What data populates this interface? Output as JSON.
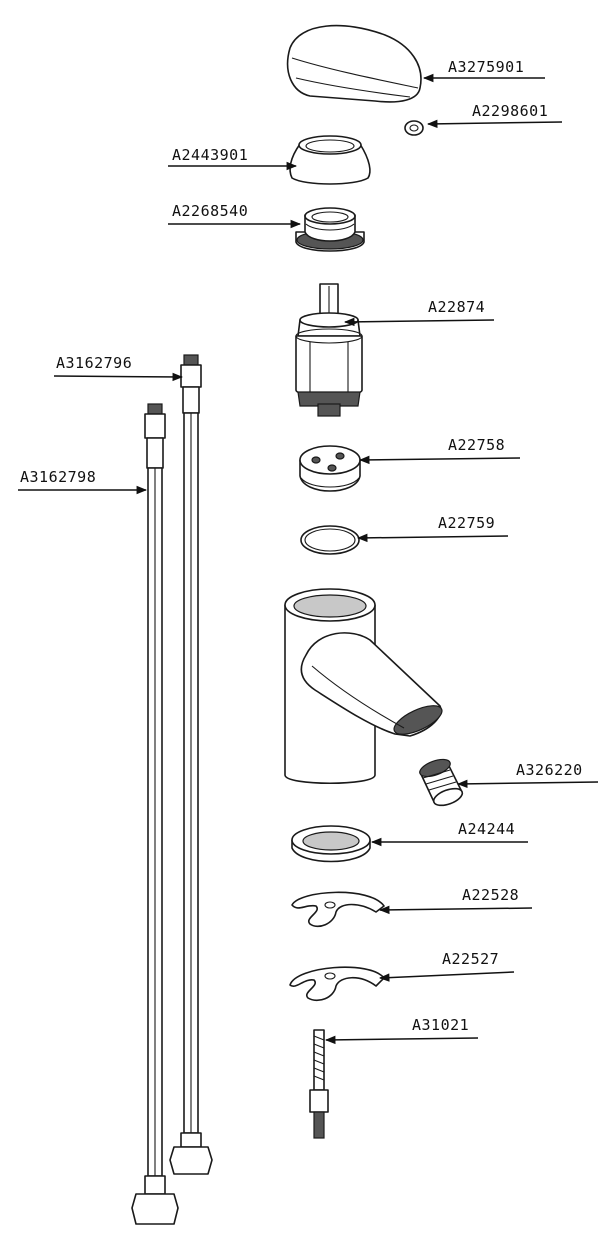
{
  "parts": [
    {
      "id": "A3275901"
    },
    {
      "id": "A2298601"
    },
    {
      "id": "A2443901"
    },
    {
      "id": "A2268540"
    },
    {
      "id": "A22874"
    },
    {
      "id": "A3162796"
    },
    {
      "id": "A3162798"
    },
    {
      "id": "A22758"
    },
    {
      "id": "A22759"
    },
    {
      "id": "A326220"
    },
    {
      "id": "A24244"
    },
    {
      "id": "A22528"
    },
    {
      "id": "A22527"
    },
    {
      "id": "A31021"
    }
  ]
}
